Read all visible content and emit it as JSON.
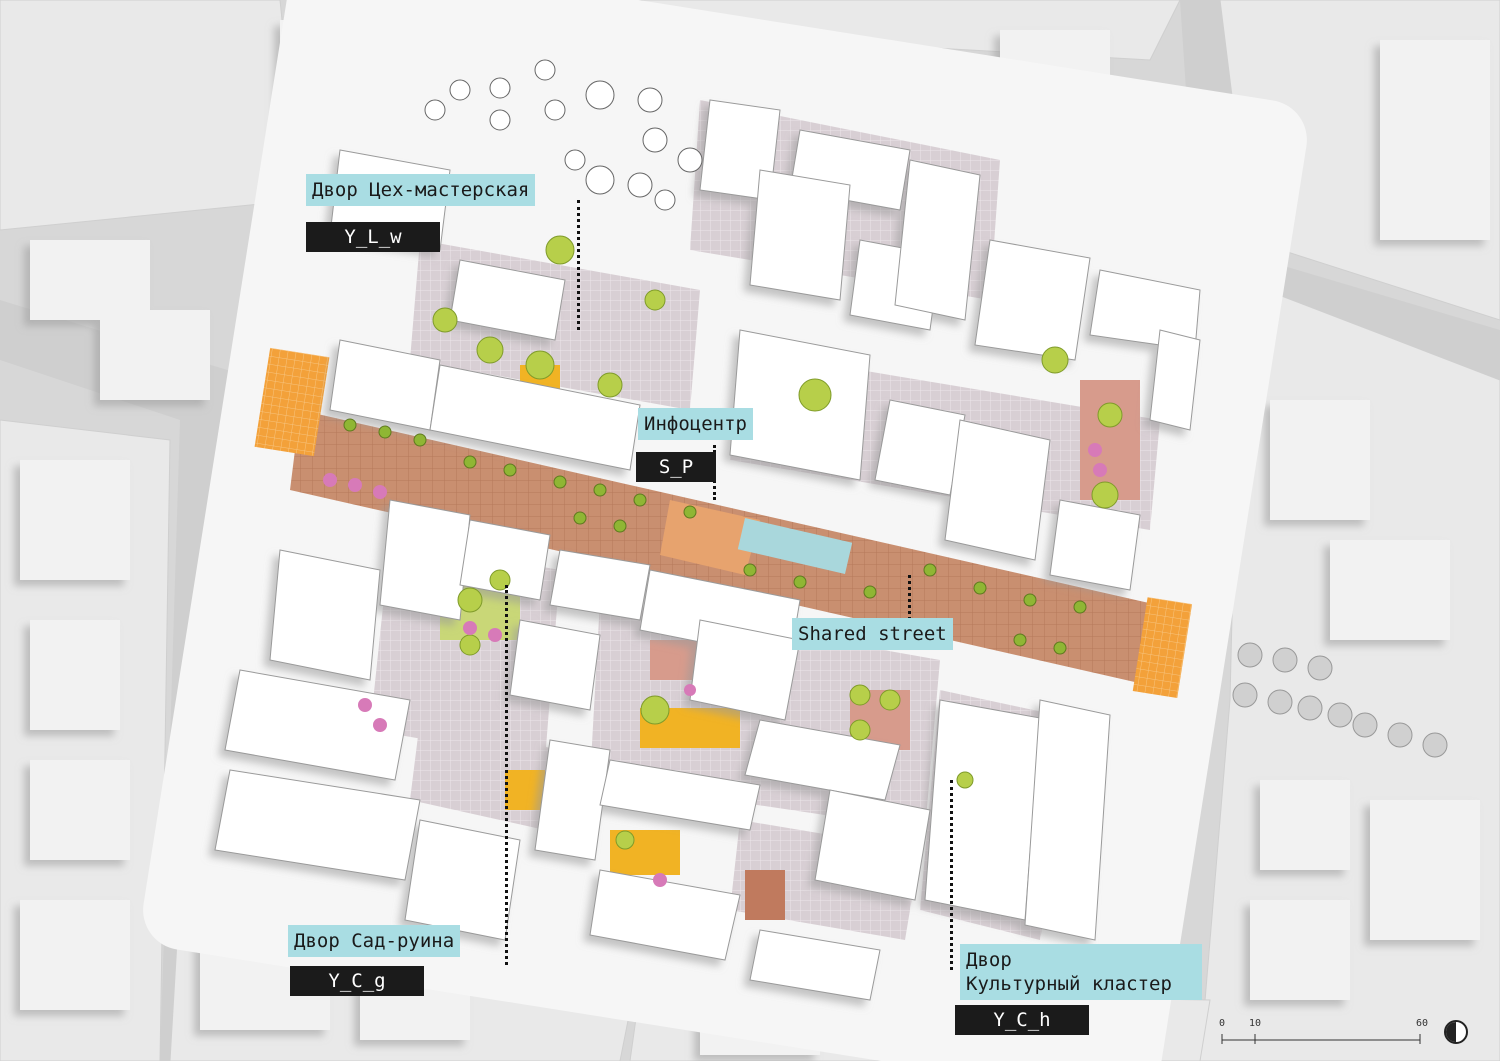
{
  "callouts": {
    "workshop": {
      "title": "Двор Цех-мастерская",
      "code": "Y_L_w"
    },
    "infocenter": {
      "title": "Инфоцентр",
      "code": "S_P"
    },
    "shared_street": {
      "title": "Shared street"
    },
    "ruin_garden": {
      "title": "Двор Сад-руина",
      "code": "Y_C_g"
    },
    "cultural_cluster": {
      "title_line1": "Двор",
      "title_line2": "Культурный кластер",
      "code": "Y_C_h"
    }
  },
  "scale_bar": {
    "labels": [
      "0",
      "10",
      "60"
    ]
  },
  "icons": {
    "north": "north-arrow-icon"
  },
  "colors": {
    "background": "#dcdcdc",
    "block": "#f4f4f4",
    "building": "#ffffff",
    "courtyard": "#d9cdd3",
    "street": "#c98f70",
    "crossing": "#f3a13a",
    "tree": "#b7cf4a",
    "flower": "#d77ab8",
    "label": "#a9dde3",
    "code": "#1b1b1b"
  }
}
